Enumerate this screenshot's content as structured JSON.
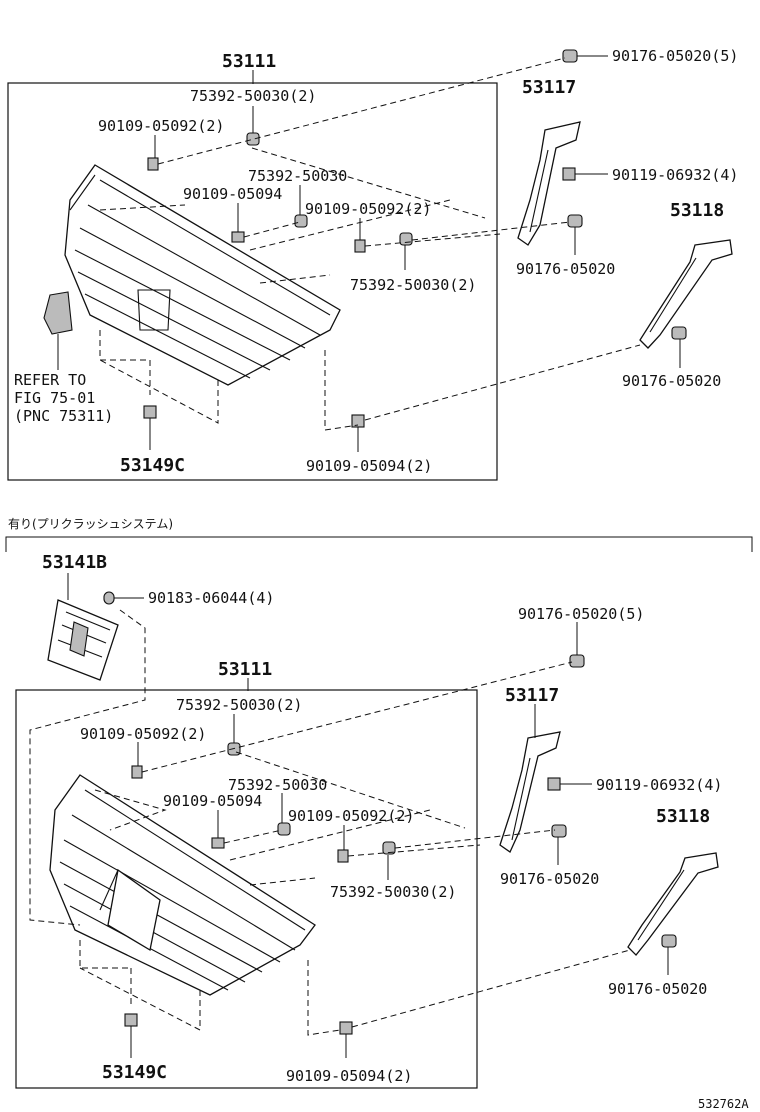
{
  "upper": {
    "assembly_no": "53111",
    "labels": {
      "l_75392_top": "75392-50030(2)",
      "l_90109_left": "90109-05092(2)",
      "l_75392_mid": "75392-50030",
      "l_90109_05094": "90109-05094",
      "l_90109_05092_mid": "90109-05092(2)",
      "l_75392_right": "75392-50030(2)",
      "l_refer": "REFER TO",
      "l_fig": "FIG 75-01",
      "l_pnc": "(PNC 75311)",
      "l_53149c": "53149C",
      "l_90109_bottom": "90109-05094(2)",
      "l_90176_top": "90176-05020(5)",
      "l_53117": "53117",
      "l_90119": "90119-06932(4)",
      "l_53118": "53118",
      "l_90176_a": "90176-05020",
      "l_90176_b": "90176-05020"
    }
  },
  "section_note": "有り(プリクラッシュシステム)",
  "lower": {
    "assembly_no": "53111",
    "labels": {
      "l_53141b": "53141B",
      "l_90183": "90183-06044(4)",
      "l_90176_top": "90176-05020(5)",
      "l_75392_top": "75392-50030(2)",
      "l_90109_left": "90109-05092(2)",
      "l_75392_mid": "75392-50030",
      "l_90109_05094": "90109-05094",
      "l_90109_05092_mid": "90109-05092(2)",
      "l_75392_right": "75392-50030(2)",
      "l_53117": "53117",
      "l_90119": "90119-06932(4)",
      "l_53118": "53118",
      "l_90176_a": "90176-05020",
      "l_90176_b": "90176-05020",
      "l_53149c": "53149C",
      "l_90109_bottom": "90109-05094(2)"
    }
  },
  "figure_code": "532762A"
}
